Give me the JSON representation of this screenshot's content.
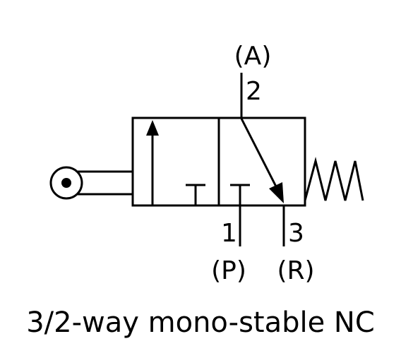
{
  "diagram": {
    "caption": "3/2-way mono-stable NC",
    "ports": {
      "top_letter": "(A)",
      "top_number": "2",
      "left_number": "1",
      "left_letter": "(P)",
      "right_number": "3",
      "right_letter": "(R)"
    },
    "actuator": {
      "left": "roller-lever-icon",
      "right": "spring-return-icon"
    },
    "colors": {
      "stroke": "#000000",
      "background": "#ffffff"
    }
  }
}
